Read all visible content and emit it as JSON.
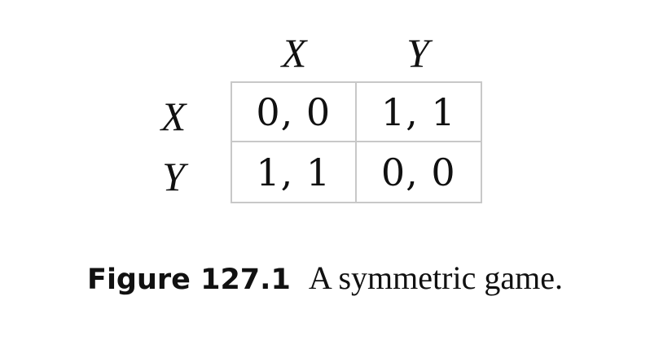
{
  "game": {
    "columns": [
      "X",
      "Y"
    ],
    "rows": [
      "X",
      "Y"
    ],
    "payoffs": [
      [
        "0, 0",
        "1, 1"
      ],
      [
        "1, 1",
        "0, 0"
      ]
    ]
  },
  "caption": {
    "label": "Figure 127.1",
    "text": "A symmetric game."
  }
}
